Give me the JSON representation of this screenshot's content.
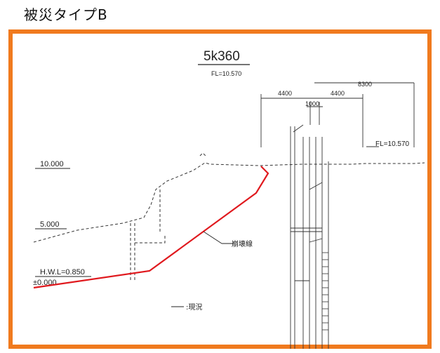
{
  "header": {
    "title": "被災タイプB"
  },
  "drawing": {
    "section_id": "5k360",
    "top_fl": "FL=10.570",
    "dim_left": "4400",
    "dim_center": "1000",
    "dim_right": "4400",
    "dim_overall": "8300",
    "right_fl": "FL=10.570",
    "elev_10": "10.000",
    "elev_5": "5.000",
    "hwl": "H.W.L=0.850",
    "zero": "±0.000",
    "collapse_label": "崩壊線",
    "legend_label": ":現況",
    "colors": {
      "frame": "#f07a1e",
      "collapse_line": "#e0191e",
      "ink": "#222222"
    }
  }
}
